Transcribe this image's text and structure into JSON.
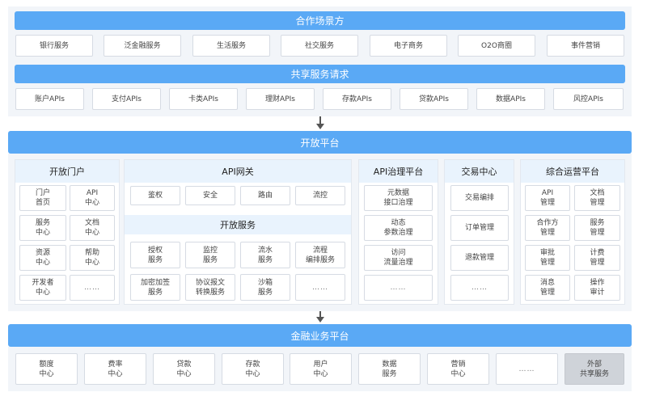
{
  "partner": {
    "title": "合作场景方",
    "items": [
      "银行服务",
      "泛金融服务",
      "生活服务",
      "社交服务",
      "电子商务",
      "O2O商圈",
      "事件营销"
    ]
  },
  "shared": {
    "title": "共享服务请求",
    "items": [
      "账户APIs",
      "支付APIs",
      "卡类APIs",
      "理财APIs",
      "存款APIs",
      "贷款APIs",
      "数据APIs",
      "风控APIs"
    ]
  },
  "open_platform": {
    "title": "开放平台",
    "portal": {
      "title": "开放门户",
      "items": [
        "门户\n首页",
        "API\n中心",
        "服务\n中心",
        "文档\n中心",
        "资源\n中心",
        "帮助\n中心",
        "开发者\n中心",
        "……"
      ]
    },
    "gateway": {
      "title": "API网关",
      "items": [
        "鉴权",
        "安全",
        "路由",
        "流控"
      ]
    },
    "open_services": {
      "title": "开放服务",
      "items": [
        "授权\n服务",
        "监控\n服务",
        "流水\n服务",
        "流程\n编排服务",
        "加密加签\n服务",
        "协议报文\n转换服务",
        "沙箱\n服务",
        "……"
      ]
    },
    "governance": {
      "title": "API治理平台",
      "items": [
        "元数据\n接口治理",
        "动态\n参数治理",
        "访问\n流量治理",
        "……"
      ]
    },
    "trade": {
      "title": "交易中心",
      "items": [
        "交易编排",
        "订单管理",
        "退款管理",
        "……"
      ]
    },
    "ops": {
      "title": "综合运营平台",
      "items": [
        "API\n管理",
        "文档\n管理",
        "合作方\n管理",
        "服务\n管理",
        "审批\n管理",
        "计费\n管理",
        "消息\n管理",
        "操作\n审计"
      ]
    }
  },
  "finance": {
    "title": "金融业务平台",
    "items": [
      "额度\n中心",
      "费率\n中心",
      "贷款\n中心",
      "存款\n中心",
      "用户\n中心",
      "数据\n服务",
      "营销\n中心",
      "……",
      "外部\n共享服务"
    ]
  }
}
